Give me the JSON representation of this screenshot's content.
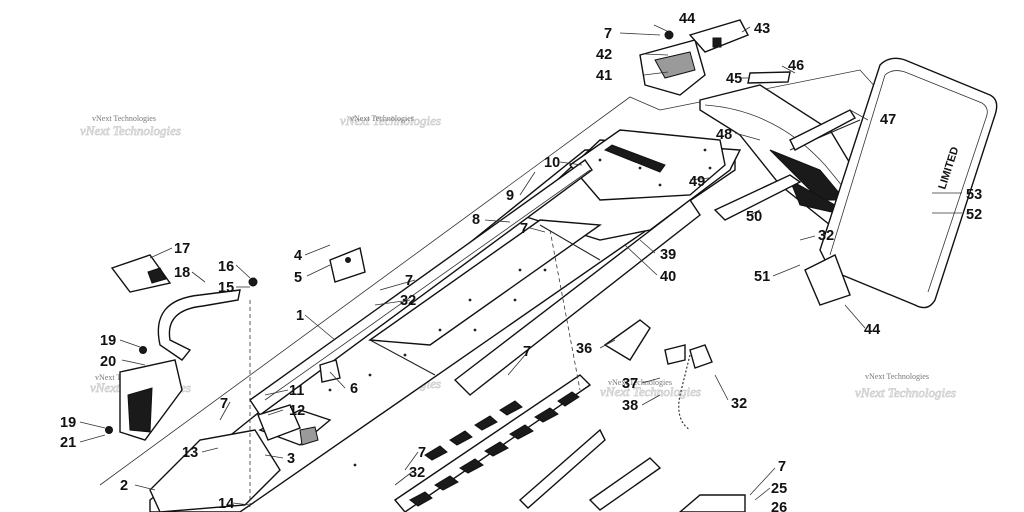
{
  "watermarks": {
    "text": "vNext Technologies"
  },
  "callouts": [
    {
      "id": "c44a",
      "text": "44"
    },
    {
      "id": "c7a",
      "text": "7"
    },
    {
      "id": "c43",
      "text": "43"
    },
    {
      "id": "c42",
      "text": "42"
    },
    {
      "id": "c41",
      "text": "41"
    },
    {
      "id": "c45",
      "text": "45"
    },
    {
      "id": "c46",
      "text": "46"
    },
    {
      "id": "c47",
      "text": "47"
    },
    {
      "id": "c48",
      "text": "48"
    },
    {
      "id": "c49",
      "text": "49"
    },
    {
      "id": "c10",
      "text": "10"
    },
    {
      "id": "c9",
      "text": "9"
    },
    {
      "id": "c8",
      "text": "8"
    },
    {
      "id": "c7b",
      "text": "7"
    },
    {
      "id": "c39",
      "text": "39"
    },
    {
      "id": "c40",
      "text": "40"
    },
    {
      "id": "c50",
      "text": "50"
    },
    {
      "id": "c53",
      "text": "53"
    },
    {
      "id": "c52",
      "text": "52"
    },
    {
      "id": "c32a",
      "text": "32"
    },
    {
      "id": "c51",
      "text": "51"
    },
    {
      "id": "c44b",
      "text": "44"
    },
    {
      "id": "c17",
      "text": "17"
    },
    {
      "id": "c18",
      "text": "18"
    },
    {
      "id": "c16",
      "text": "16"
    },
    {
      "id": "c15",
      "text": "15"
    },
    {
      "id": "c4",
      "text": "4"
    },
    {
      "id": "c5",
      "text": "5"
    },
    {
      "id": "c7c",
      "text": "7"
    },
    {
      "id": "c32b",
      "text": "32"
    },
    {
      "id": "c1",
      "text": "1"
    },
    {
      "id": "c19a",
      "text": "19"
    },
    {
      "id": "c20",
      "text": "20"
    },
    {
      "id": "c6",
      "text": "6"
    },
    {
      "id": "c36",
      "text": "36"
    },
    {
      "id": "c7d",
      "text": "7"
    },
    {
      "id": "c37",
      "text": "37"
    },
    {
      "id": "c38",
      "text": "38"
    },
    {
      "id": "c32c",
      "text": "32"
    },
    {
      "id": "c11",
      "text": "11"
    },
    {
      "id": "c12",
      "text": "12"
    },
    {
      "id": "c7e",
      "text": "7"
    },
    {
      "id": "c19b",
      "text": "19"
    },
    {
      "id": "c21",
      "text": "21"
    },
    {
      "id": "c13",
      "text": "13"
    },
    {
      "id": "c3",
      "text": "3"
    },
    {
      "id": "c2",
      "text": "2"
    },
    {
      "id": "c14",
      "text": "14"
    },
    {
      "id": "c7f",
      "text": "7"
    },
    {
      "id": "c32d",
      "text": "32"
    },
    {
      "id": "c7g",
      "text": "7"
    },
    {
      "id": "c25",
      "text": "25"
    },
    {
      "id": "c26",
      "text": "26"
    }
  ]
}
